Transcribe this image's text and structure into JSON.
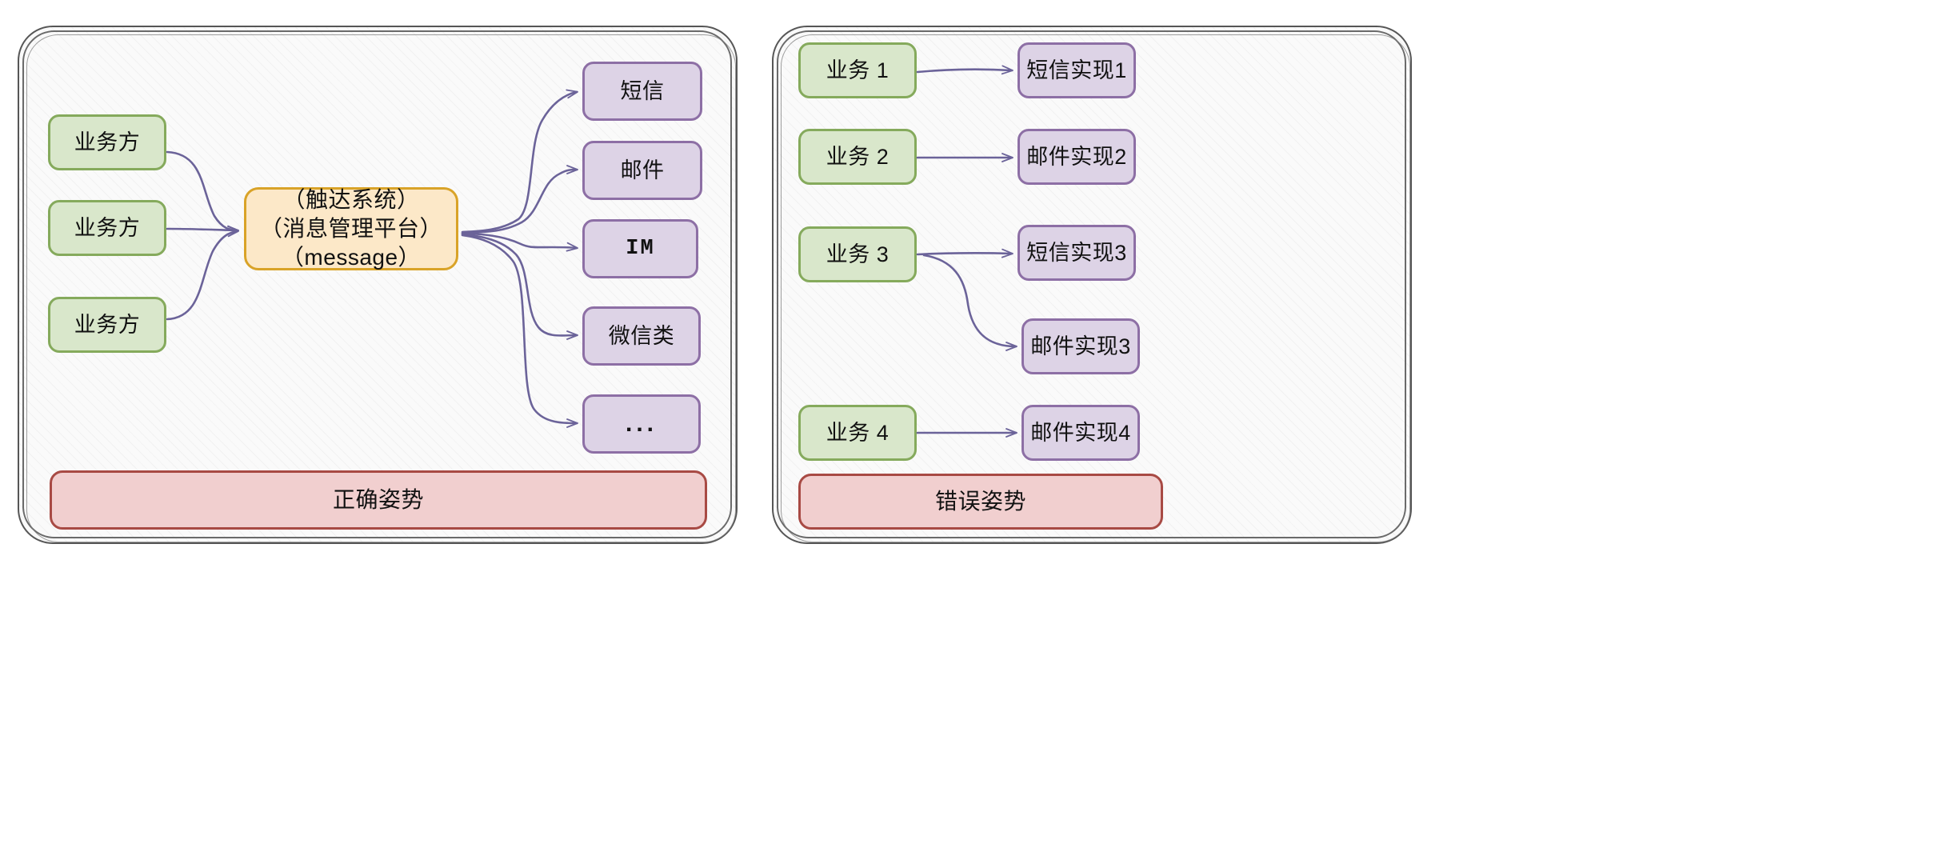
{
  "diagram": {
    "type": "architecture-comparison",
    "arrow_color": "#6b6399",
    "palette": {
      "green_fill": "#d9e7cb",
      "green_stroke": "#85aa5c",
      "purple_fill": "#ddd3e6",
      "purple_stroke": "#8d6fa5",
      "orange_fill": "#fce8c8",
      "orange_stroke": "#d9a328",
      "red_fill": "#f1cfcf",
      "red_stroke": "#a84a44",
      "panel_fill": "#fafafa",
      "panel_stroke": "#565656"
    }
  },
  "left_panel": {
    "label": "correct-approach-panel",
    "producers": [
      {
        "id": "p1",
        "label": "业务方"
      },
      {
        "id": "p2",
        "label": "业务方"
      },
      {
        "id": "p3",
        "label": "业务方"
      }
    ],
    "hub": {
      "id": "hub",
      "label": "（触达系统）\n（消息管理平台）\n（message）",
      "lines": [
        "（触达系统）",
        "（消息管理平台）",
        "（message）"
      ]
    },
    "channels": [
      {
        "id": "c1",
        "label": "短信"
      },
      {
        "id": "c2",
        "label": "邮件"
      },
      {
        "id": "c3",
        "label": "IM"
      },
      {
        "id": "c4",
        "label": "微信类"
      },
      {
        "id": "c5",
        "label": "..."
      }
    ],
    "footer": {
      "id": "left-footer",
      "label": "正确姿势"
    }
  },
  "right_panel": {
    "label": "wrong-approach-panel",
    "businesses": [
      {
        "id": "b1",
        "label": "业务 1"
      },
      {
        "id": "b2",
        "label": "业务 2"
      },
      {
        "id": "b3",
        "label": "业务 3"
      },
      {
        "id": "b4",
        "label": "业务 4"
      }
    ],
    "implementations": [
      {
        "id": "i1",
        "label": "短信实现1"
      },
      {
        "id": "i2",
        "label": "邮件实现2"
      },
      {
        "id": "i3",
        "label": "短信实现3"
      },
      {
        "id": "i4",
        "label": "邮件实现3"
      },
      {
        "id": "i5",
        "label": "邮件实现4"
      }
    ],
    "footer": {
      "id": "right-footer",
      "label": "错误姿势"
    }
  }
}
